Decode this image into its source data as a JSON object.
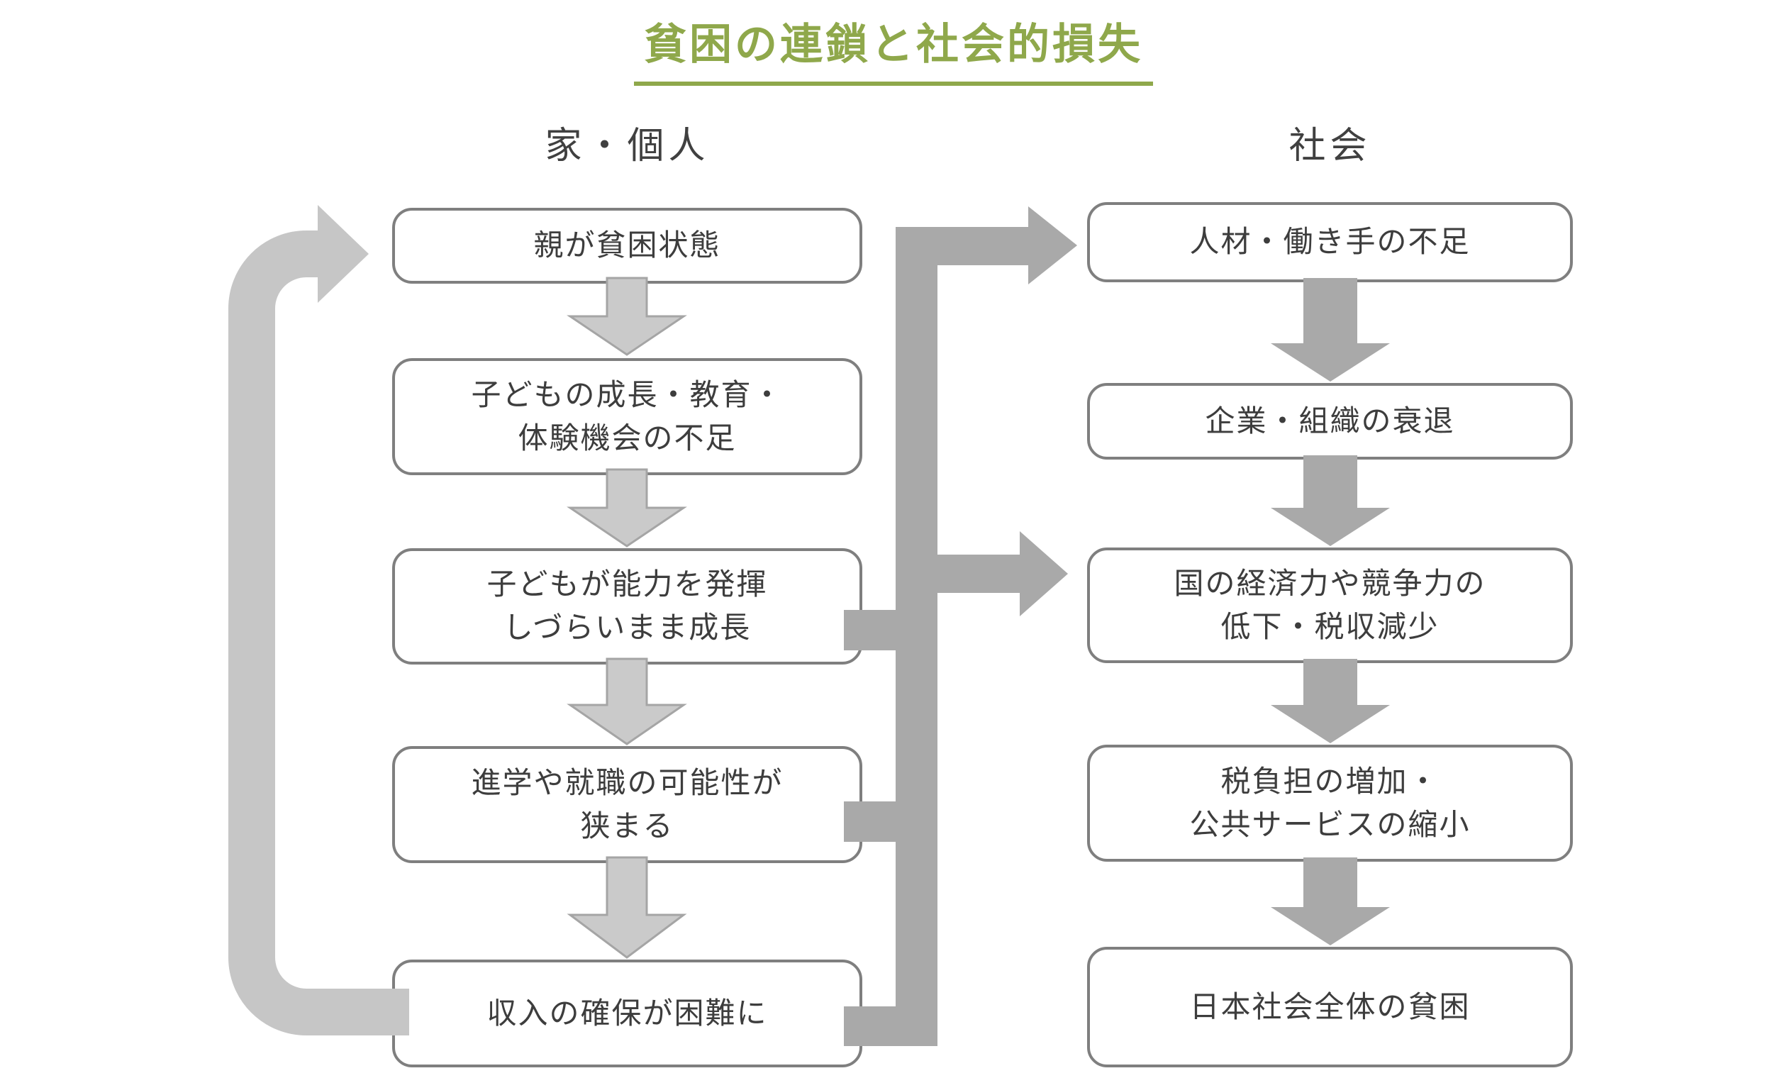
{
  "title": "貧困の連鎖と社会的損失",
  "columns": {
    "left": {
      "header": "家・個人",
      "boxes": [
        "親が貧困状態",
        "子どもの成長・教育・\n体験機会の不足",
        "子どもが能力を発揮\nしづらいまま成長",
        "進学や就職の可能性が\n狭まる",
        "収入の確保が困難に"
      ]
    },
    "right": {
      "header": "社会",
      "boxes": [
        "人材・働き手の不足",
        "企業・組織の衰退",
        "国の経済力や競争力の\n低下・税収減少",
        "税負担の増加・\n公共サービスの縮小",
        "日本社会全体の貧困"
      ]
    }
  },
  "colors": {
    "title_green": "#8FA84B",
    "box_border_gray": "#7F7F7F",
    "box_text_gray": "#3D3D3D",
    "light_arrow_gray": "#C6C6C6",
    "light_arrow_outline_gray": "#A5A5A5",
    "dark_arrow_gray": "#A9A9A9"
  }
}
